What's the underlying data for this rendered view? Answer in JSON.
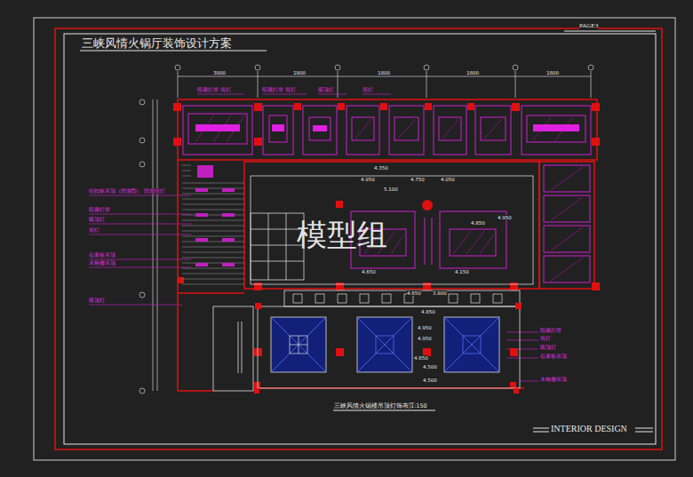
{
  "diagram": {
    "title": "三峡风情火锅厅装饰设计方案",
    "caption": "三峡风情火锅楼吊顶灯饰布置",
    "labels": [
      "PAGE3",
      "INTERIOR DESIGN",
      "模型组",
      "1:150",
      "4.350",
      "4.950",
      "5.100",
      "4.750",
      "4.050",
      "4.950",
      "4.850",
      "4.650",
      "4.150",
      "4.650",
      "3.800",
      "4.850",
      "4.950",
      "4.950",
      "4.650",
      "4.500",
      "4.500",
      "3000",
      "1800",
      "1800",
      "1800",
      "1800",
      "铝扣板吊顶（防潮型）  防潮筒灯",
      "暗藏灯带",
      "吸顶灯",
      "筒灯",
      "石膏板吊顶",
      "木格栅吊顶",
      "吸顶灯",
      "暗藏灯带  筒灯",
      "暗藏灯带  筒灯",
      "吸顶灯",
      "筒灯",
      "暗藏灯带",
      "筒灯",
      "吸顶灯",
      "石膏板吊顶",
      "木格栅吊顶"
    ]
  }
}
